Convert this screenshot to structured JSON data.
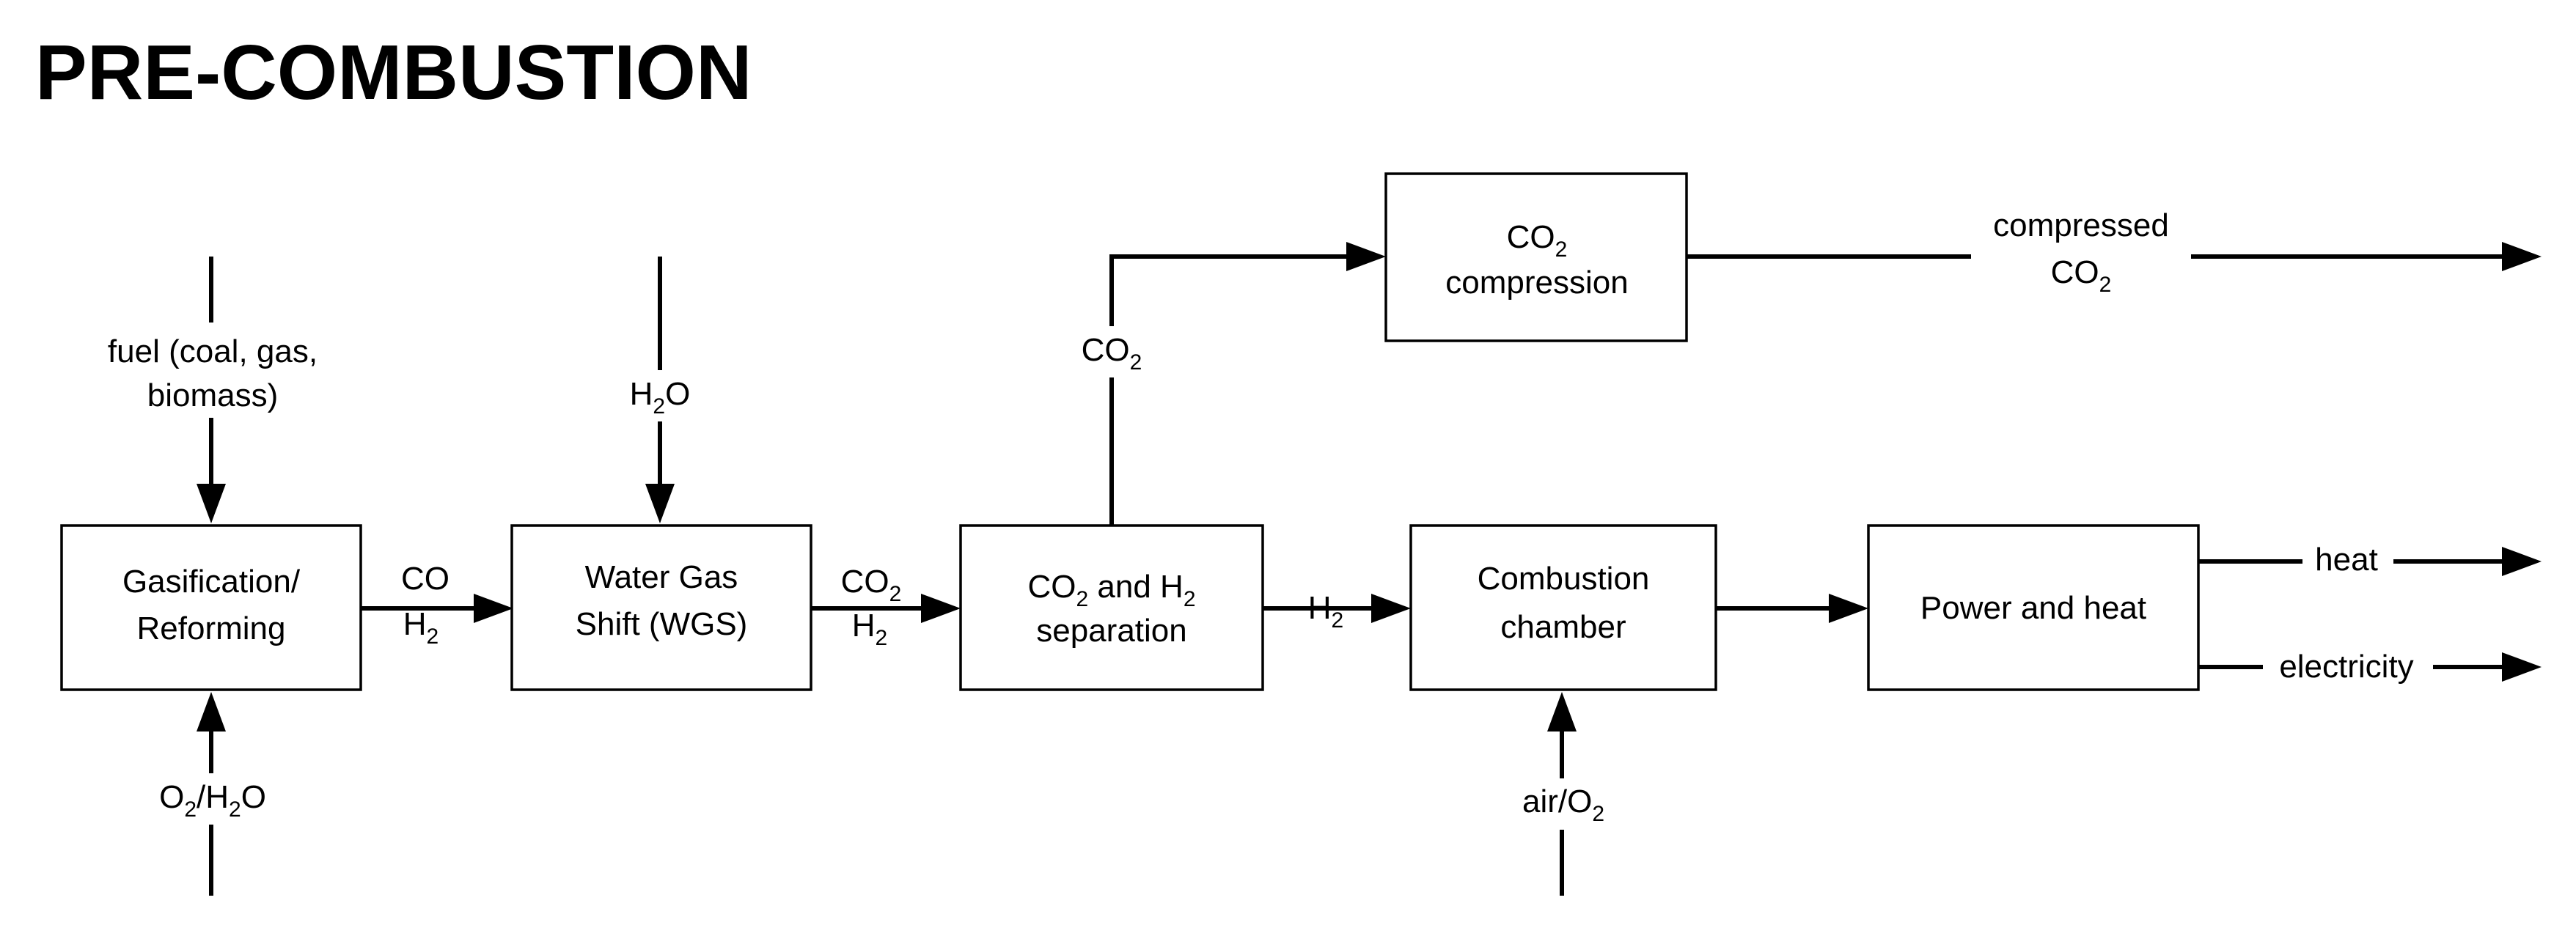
{
  "title": "PRE-COMBUSTION",
  "boxes": {
    "gasification": {
      "line1": "Gasification/",
      "line2": "Reforming"
    },
    "wgs": {
      "line1": "Water Gas",
      "line2": "Shift (WGS)"
    },
    "separation": {
      "line1a": "CO",
      "line1sub": "2",
      "line1b": " and H",
      "line1sub2": "2",
      "line2": "separation"
    },
    "compression": {
      "line1a": "CO",
      "line1sub": "2",
      "line2": "compression"
    },
    "combustion": {
      "line1": "Combustion",
      "line2": "chamber"
    },
    "power": {
      "line1": "Power and heat"
    }
  },
  "labels": {
    "fuel_line1": "fuel (coal, gas,",
    "fuel_line2": "biomass)",
    "h2o_a": "H",
    "h2o_sub": "2",
    "h2o_b": "O",
    "o2h2o_a": "O",
    "o2h2o_sub1": "2",
    "o2h2o_b": "/H",
    "o2h2o_sub2": "2",
    "o2h2o_c": "O",
    "co": "CO",
    "h2_1_a": "H",
    "h2_1_sub": "2",
    "co2_wgs_a": "CO",
    "co2_wgs_sub": "2",
    "h2_2_a": "H",
    "h2_2_sub": "2",
    "co2_up_a": "CO",
    "co2_up_sub": "2",
    "h2_3_a": "H",
    "h2_3_sub": "2",
    "compressed_line1": "compressed",
    "compressed_co2_a": "CO",
    "compressed_co2_sub": "2",
    "air_a": "air/O",
    "air_sub": "2",
    "heat": "heat",
    "electricity": "electricity"
  }
}
